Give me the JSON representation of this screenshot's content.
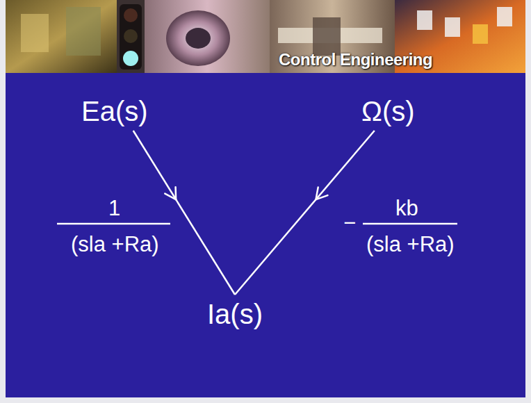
{
  "diagram": {
    "nodes": [
      {
        "text": [
          "Ea(s)"
        ]
      },
      {
        "text": [
          "Ω(s)"
        ]
      },
      {
        "text": [
          "Ia(s)"
        ]
      }
    ],
    "edges": [
      {
        "from": 0,
        "to": 2,
        "arrow": "to"
      },
      {
        "from": 1,
        "to": 2,
        "arrow": "to"
      }
    ],
    "labels": [
      "Control Engineering",
      "1",
      "(sla +Ra)",
      "−",
      "kb",
      "(sla +Ra)"
    ]
  }
}
